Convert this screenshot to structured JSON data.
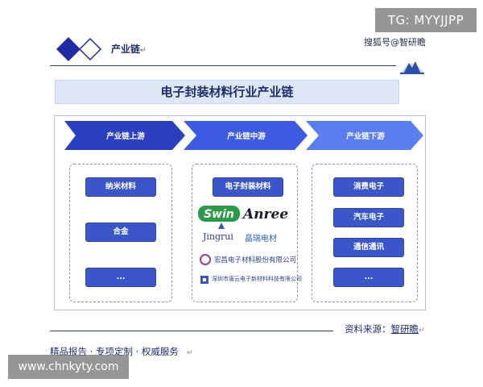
{
  "watermarks": {
    "tg": "TG: MYYJJPP",
    "sohu": "搜狐号@智研瞻",
    "site": "www.chnkyty.com"
  },
  "header": {
    "section_label": "产业链",
    "para_mark": "↵"
  },
  "title": "电子封装材料行业产业链",
  "stages": [
    {
      "label": "产业链上游"
    },
    {
      "label": "产业链中游"
    },
    {
      "label": "产业链下游"
    }
  ],
  "upstream": {
    "items": [
      "纳米材料",
      "合金",
      "..."
    ]
  },
  "midstream": {
    "item": "电子封装材料",
    "logos": {
      "swin": "Swin",
      "anree": "Anree",
      "jingrui_en": "Jingrui",
      "jingrui_cn": "晶瑞电材",
      "hongchang": "宏昌电子材料股份有限公司",
      "shenzhen": "深圳市唐云电子新材料科技有限公司"
    }
  },
  "downstream": {
    "items": [
      "消费电子",
      "汽车电子",
      "通信通讯",
      "..."
    ]
  },
  "footer": {
    "source_label": "资料来源：",
    "source_name": "智研瞻",
    "slogan": "精品报告 · 专项定制 · 权威服务"
  },
  "colors": {
    "primary": "#3a56c8",
    "arrow_dark": "#2b3fbf",
    "arrow_mid": "#3d5be0",
    "arrow_light": "#5a7df0",
    "banner": "#dce6f5",
    "text": "#1f2d6b"
  }
}
